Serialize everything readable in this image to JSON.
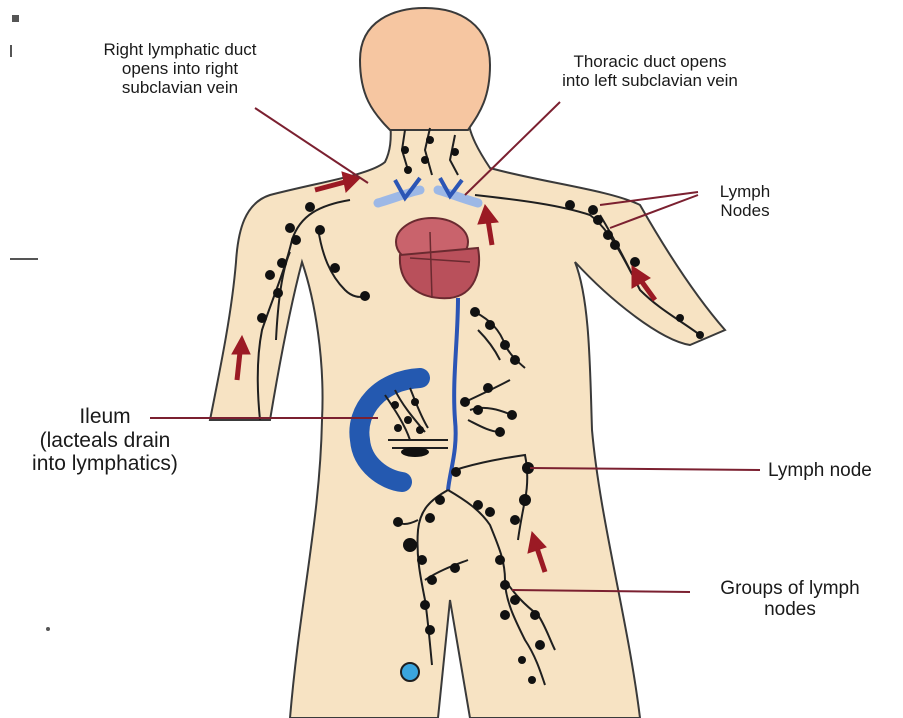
{
  "labels": {
    "right_lymphatic_duct": [
      "Right lymphatic duct",
      "opens into right",
      "subclavian vein"
    ],
    "thoracic_duct": [
      "Thoracic duct opens",
      "into left subclavian vein"
    ],
    "lymph_nodes_arm": [
      "Lymph",
      "Nodes"
    ],
    "ileum": [
      "Ileum",
      "(lacteals drain",
      "into lymphatics)"
    ],
    "lymph_node": "Lymph node",
    "groups_of_lymph_nodes": [
      "Groups of lymph",
      "nodes"
    ]
  },
  "colors": {
    "skin": "#f7e3c3",
    "head": "#f6c6a1",
    "outline": "#333333",
    "vessel": "#1f1f1f",
    "node": "#111111",
    "thoracic_duct": "#2b55b5",
    "ileum": "#2459b0",
    "heart": "#b9505b",
    "arrow": "#9b1a24",
    "pointer": "#7b2030",
    "bladder": "#3aa5dd"
  }
}
